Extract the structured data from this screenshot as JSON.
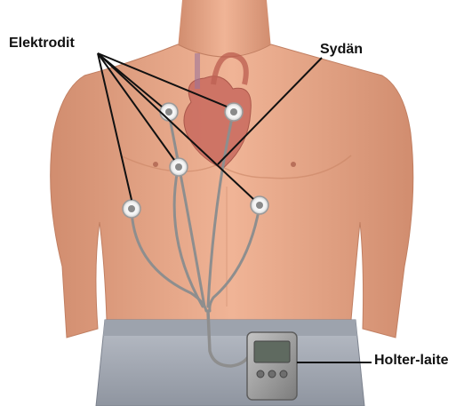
{
  "labels": {
    "electrodes": "Elektrodit",
    "heart": "Sydän",
    "holter": "Holter-laite"
  },
  "colors": {
    "skin": "#e8a98a",
    "skin_shadow": "#c98566",
    "heart": "#c96a5e",
    "cable": "#8e8e8e",
    "pants": "#a9aeb8",
    "device": "#9c9c9c",
    "leader_line": "#111111"
  }
}
